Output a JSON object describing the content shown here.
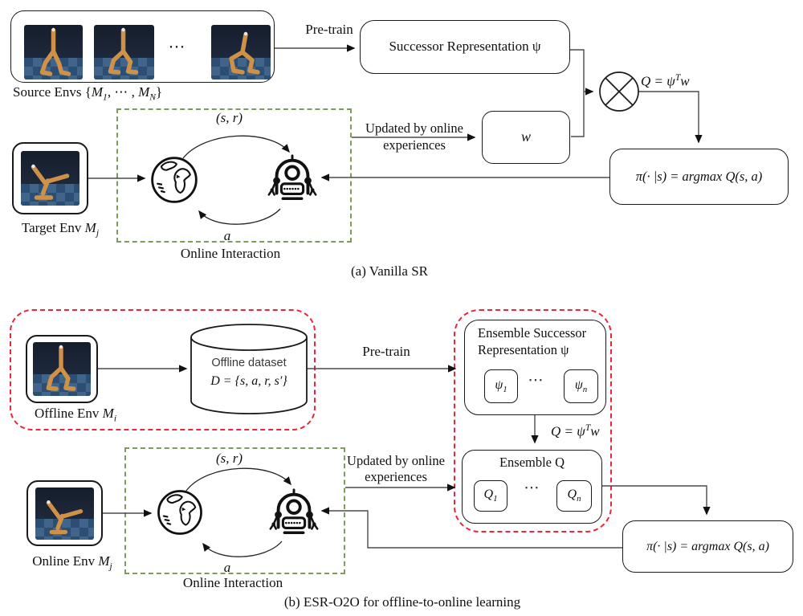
{
  "colors": {
    "red_dash": "#ee2437",
    "green_dash": "#7f9b5c",
    "connector": "#4b4b4b",
    "box_border": "#1a1a1a"
  },
  "fig_a": {
    "source_box": {
      "pre": "Source Envs {",
      "m1": "M",
      "sub1": "1",
      "mid": ", ⋯ , ",
      "m2": "M",
      "sub2": "N",
      "post": "}"
    },
    "ellipsis": "⋯",
    "pretrain": "Pre-train",
    "sr_box": "Successor Representation ψ",
    "w_box": "w",
    "q_formula": {
      "pre": "Q = ψ",
      "sup": "T",
      "post": "w"
    },
    "updated1": "Updated by online",
    "updated2": "experiences",
    "pi_formula": "π(· |s) = argmax Q(s, a)",
    "target_env": {
      "pre": "Target Env ",
      "m": "M",
      "sub": "j"
    },
    "edge_sr": "(s, r)",
    "edge_a": "a",
    "online_interaction": "Online Interaction",
    "caption": "(a) Vanilla SR"
  },
  "fig_b": {
    "offline_env": {
      "pre": "Offline Env ",
      "m": "M",
      "sub": "i"
    },
    "dataset1": "Offline dataset",
    "dataset2": "D = {s, a, r, s′}",
    "pretrain": "Pre-train",
    "esr_title1": "Ensemble Successor",
    "esr_title2": "Representation ψ",
    "psi1": {
      "m": "ψ",
      "sub": "1"
    },
    "psin": {
      "m": "ψ",
      "sub": "n"
    },
    "ellipsis": "⋯",
    "q_formula": {
      "pre": "Q = ψ",
      "sup": "T",
      "post": "w"
    },
    "eq_title": "Ensemble Q",
    "q1": {
      "m": "Q",
      "sub": "1"
    },
    "qn": {
      "m": "Q",
      "sub": "n"
    },
    "updated1": "Updated by online",
    "updated2": "experiences",
    "pi_formula": "π(· |s) = argmax Q(s, a)",
    "online_env": {
      "pre": "Online Env ",
      "m": "M",
      "sub": "j"
    },
    "edge_sr": "(s, r)",
    "edge_a": "a",
    "online_interaction": "Online Interaction",
    "caption": "(b) ESR-O2O for offline-to-online learning"
  }
}
